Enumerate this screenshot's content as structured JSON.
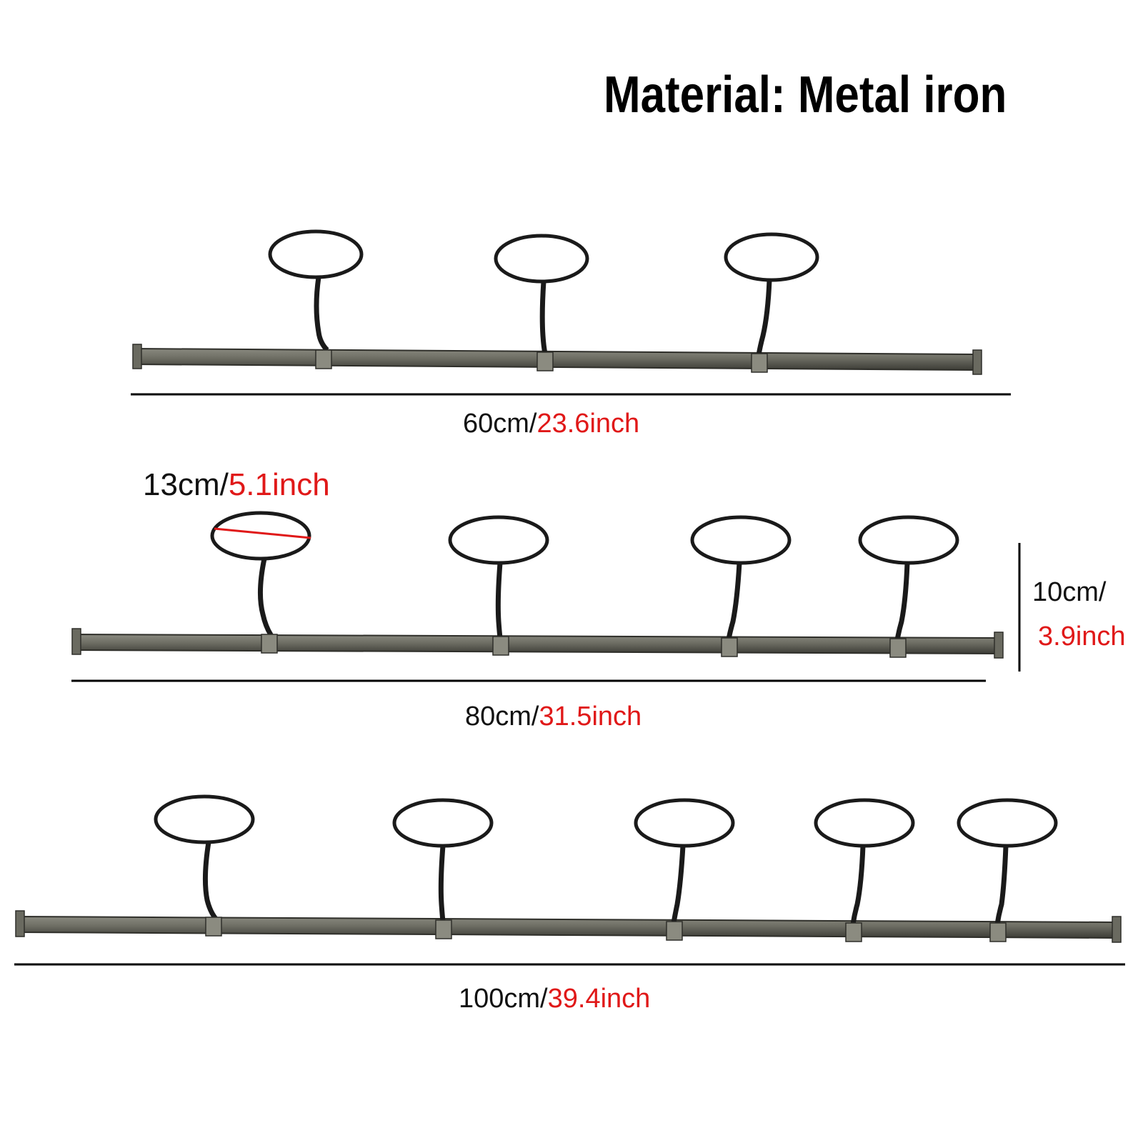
{
  "title": "Material: Metal iron",
  "racks": [
    {
      "hooks": 3,
      "length_cm": "60cm/",
      "length_inch": "23.6inch"
    },
    {
      "hooks": 4,
      "length_cm": "80cm/",
      "length_inch": "31.5inch"
    },
    {
      "hooks": 5,
      "length_cm": "100cm/",
      "length_inch": "39.4inch"
    }
  ],
  "ring_diameter": {
    "cm": "13cm/",
    "inch": "5.1inch"
  },
  "hook_height": {
    "cm": "10cm/",
    "inch": "3.9inch"
  },
  "colors": {
    "inch_text": "#e01818",
    "metal": "#5e5e54",
    "ring": "#1a1a1a"
  }
}
